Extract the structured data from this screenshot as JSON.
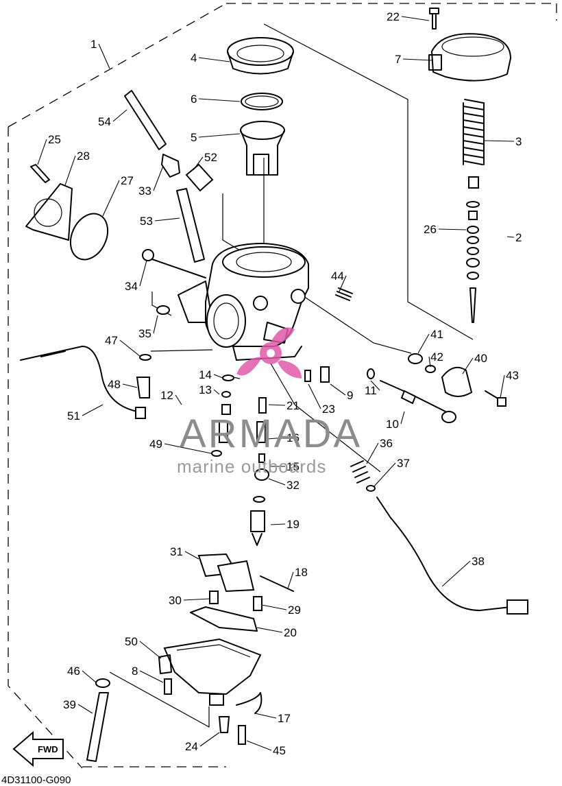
{
  "diagram": {
    "drawing_code": "4D31100-G090",
    "fwd_label": "FWD",
    "watermark": {
      "title": "ARMADA",
      "subtitle": "marine outboards",
      "logo_color": "#e05aa8",
      "text_color": "#8c8c8c"
    },
    "callouts": [
      {
        "id": "c1",
        "num": "1"
      },
      {
        "id": "c2",
        "num": "2"
      },
      {
        "id": "c3",
        "num": "3"
      },
      {
        "id": "c4",
        "num": "4"
      },
      {
        "id": "c5",
        "num": "5"
      },
      {
        "id": "c6",
        "num": "6"
      },
      {
        "id": "c7",
        "num": "7"
      },
      {
        "id": "c8",
        "num": "8"
      },
      {
        "id": "c9",
        "num": "9"
      },
      {
        "id": "c10",
        "num": "10"
      },
      {
        "id": "c11",
        "num": "11"
      },
      {
        "id": "c12",
        "num": "12"
      },
      {
        "id": "c13",
        "num": "13"
      },
      {
        "id": "c14",
        "num": "14"
      },
      {
        "id": "c15",
        "num": "15"
      },
      {
        "id": "c16",
        "num": "16"
      },
      {
        "id": "c17",
        "num": "17"
      },
      {
        "id": "c18",
        "num": "18"
      },
      {
        "id": "c19",
        "num": "19"
      },
      {
        "id": "c20",
        "num": "20"
      },
      {
        "id": "c21",
        "num": "21"
      },
      {
        "id": "c22",
        "num": "22"
      },
      {
        "id": "c23",
        "num": "23"
      },
      {
        "id": "c24",
        "num": "24"
      },
      {
        "id": "c25",
        "num": "25"
      },
      {
        "id": "c26",
        "num": "26"
      },
      {
        "id": "c27",
        "num": "27"
      },
      {
        "id": "c28",
        "num": "28"
      },
      {
        "id": "c29",
        "num": "29"
      },
      {
        "id": "c30",
        "num": "30"
      },
      {
        "id": "c31",
        "num": "31"
      },
      {
        "id": "c32",
        "num": "32"
      },
      {
        "id": "c33",
        "num": "33"
      },
      {
        "id": "c34",
        "num": "34"
      },
      {
        "id": "c35",
        "num": "35"
      },
      {
        "id": "c36",
        "num": "36"
      },
      {
        "id": "c37",
        "num": "37"
      },
      {
        "id": "c38",
        "num": "38"
      },
      {
        "id": "c39",
        "num": "39"
      },
      {
        "id": "c40",
        "num": "40"
      },
      {
        "id": "c41",
        "num": "41"
      },
      {
        "id": "c42",
        "num": "42"
      },
      {
        "id": "c43",
        "num": "43"
      },
      {
        "id": "c44",
        "num": "44"
      },
      {
        "id": "c45",
        "num": "45"
      },
      {
        "id": "c46",
        "num": "46"
      },
      {
        "id": "c47",
        "num": "47"
      },
      {
        "id": "c48",
        "num": "48"
      },
      {
        "id": "c49",
        "num": "49"
      },
      {
        "id": "c50",
        "num": "50"
      },
      {
        "id": "c51",
        "num": "51"
      },
      {
        "id": "c52",
        "num": "52"
      },
      {
        "id": "c53",
        "num": "53"
      },
      {
        "id": "c54",
        "num": "54"
      }
    ]
  }
}
